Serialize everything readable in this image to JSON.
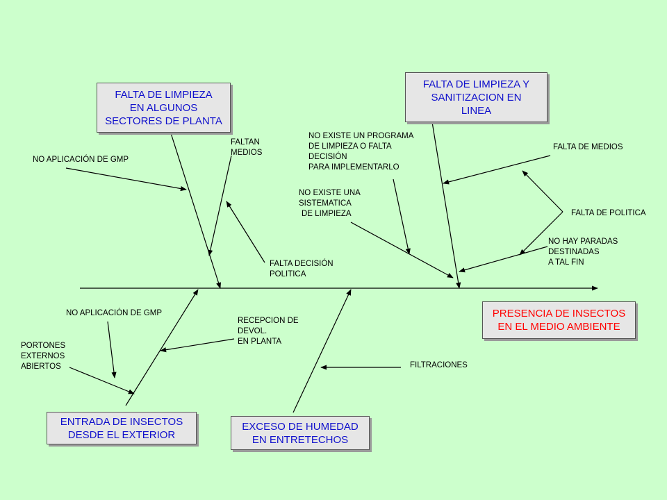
{
  "effect": {
    "lines": [
      "PRESENCIA DE INSECTOS",
      "EN EL MEDIO AMBIENTE"
    ],
    "color": "#ff0000"
  },
  "categories": {
    "cleaning_sectors": {
      "lines": [
        "FALTA DE LIMPIEZA",
        "EN ALGUNOS",
        "SECTORES DE PLANTA"
      ]
    },
    "cleaning_line": {
      "lines": [
        "FALTA DE LIMPIEZA Y",
        "SANITIZACION EN",
        "LINEA"
      ]
    },
    "insect_entry": {
      "lines": [
        "ENTRADA DE INSECTOS",
        "DESDE EL EXTERIOR"
      ]
    },
    "humidity": {
      "lines": [
        "EXCESO DE HUMEDAD",
        "EN ENTRETECHOS"
      ]
    }
  },
  "causes": {
    "gmp_top": [
      "NO APLICACIÓN DE GMP"
    ],
    "faltan_medios": [
      "FALTAN",
      "MEDIOS"
    ],
    "falta_decision": [
      "FALTA DECISIÓN",
      "POLITICA"
    ],
    "no_programa": [
      "NO EXISTE UN PROGRAMA",
      "DE LIMPIEZA O FALTA",
      "DECISIÓN",
      "PARA IMPLEMENTARLO"
    ],
    "no_sistematica": [
      "NO EXISTE UNA",
      "SISTEMATICA",
      "DE LIMPIEZA"
    ],
    "falta_medios": [
      "FALTA DE MEDIOS"
    ],
    "falta_politica": [
      "FALTA DE POLITICA"
    ],
    "no_paradas": [
      "NO HAY PARADAS",
      "DESTINADAS",
      "A TAL FIN"
    ],
    "gmp_bottom": [
      "NO APLICACIÓN DE GMP"
    ],
    "recepcion": [
      "RECEPCION DE",
      "DEVOL.",
      "EN PLANTA"
    ],
    "portones": [
      "PORTONES",
      "EXTERNOS",
      "ABIERTOS"
    ],
    "filtraciones": [
      "FILTRACIONES"
    ]
  },
  "colors": {
    "background": "#ccffcc",
    "box_fill": "#e6e6e6",
    "category_text": "#1010cc",
    "effect_text": "#ff0000"
  }
}
